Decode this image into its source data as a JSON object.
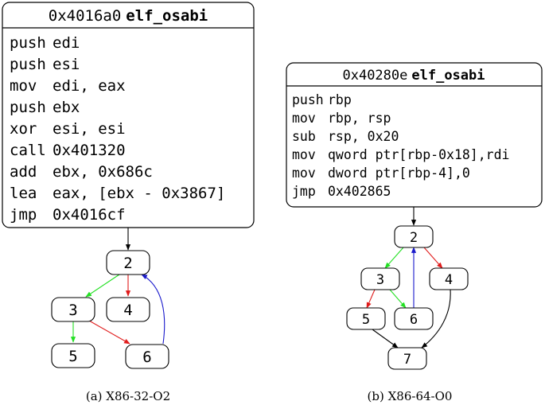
{
  "figures": [
    {
      "caption": "(a) X86-32-O2",
      "block": {
        "address": "0x4016a0",
        "function": "elf_osabi",
        "instructions": [
          {
            "op": "push",
            "args": "edi"
          },
          {
            "op": "push",
            "args": "esi"
          },
          {
            "op": "mov",
            "args": "edi, eax"
          },
          {
            "op": "push",
            "args": "ebx"
          },
          {
            "op": "xor",
            "args": "esi, esi"
          },
          {
            "op": "call",
            "args": "0x401320"
          },
          {
            "op": "add",
            "args": "ebx, 0x686c"
          },
          {
            "op": "lea",
            "args": "eax, [ebx - 0x3867]"
          },
          {
            "op": "jmp",
            "args": "0x4016cf"
          }
        ]
      },
      "nodes": [
        "2",
        "3",
        "4",
        "5",
        "6"
      ],
      "edges": [
        {
          "from": "block",
          "to": "2",
          "color": "#000000"
        },
        {
          "from": "2",
          "to": "3",
          "color": "#22e022"
        },
        {
          "from": "2",
          "to": "4",
          "color": "#e01b1b"
        },
        {
          "from": "3",
          "to": "5",
          "color": "#22e022"
        },
        {
          "from": "3",
          "to": "6",
          "color": "#e01b1b"
        },
        {
          "from": "6",
          "to": "2",
          "color": "#1a1acc"
        }
      ]
    },
    {
      "caption": "(b) X86-64-O0",
      "block": {
        "address": "0x40280e",
        "function": "elf_osabi",
        "instructions": [
          {
            "op": "push",
            "args": "rbp"
          },
          {
            "op": "mov",
            "args": "rbp, rsp"
          },
          {
            "op": "sub",
            "args": "rsp, 0x20"
          },
          {
            "op": "mov",
            "args": "qword ptr[rbp-0x18],rdi"
          },
          {
            "op": "mov",
            "args": "dword ptr[rbp-4],0"
          },
          {
            "op": "jmp",
            "args": "0x402865"
          }
        ]
      },
      "nodes": [
        "2",
        "3",
        "4",
        "5",
        "6",
        "7"
      ],
      "edges": [
        {
          "from": "block",
          "to": "2",
          "color": "#000000"
        },
        {
          "from": "2",
          "to": "3",
          "color": "#22e022"
        },
        {
          "from": "2",
          "to": "4",
          "color": "#e01b1b"
        },
        {
          "from": "3",
          "to": "5",
          "color": "#e01b1b"
        },
        {
          "from": "3",
          "to": "6",
          "color": "#22e022"
        },
        {
          "from": "6",
          "to": "2",
          "color": "#1a1acc"
        },
        {
          "from": "5",
          "to": "7",
          "color": "#000000"
        },
        {
          "from": "4",
          "to": "7",
          "color": "#000000"
        }
      ]
    }
  ]
}
